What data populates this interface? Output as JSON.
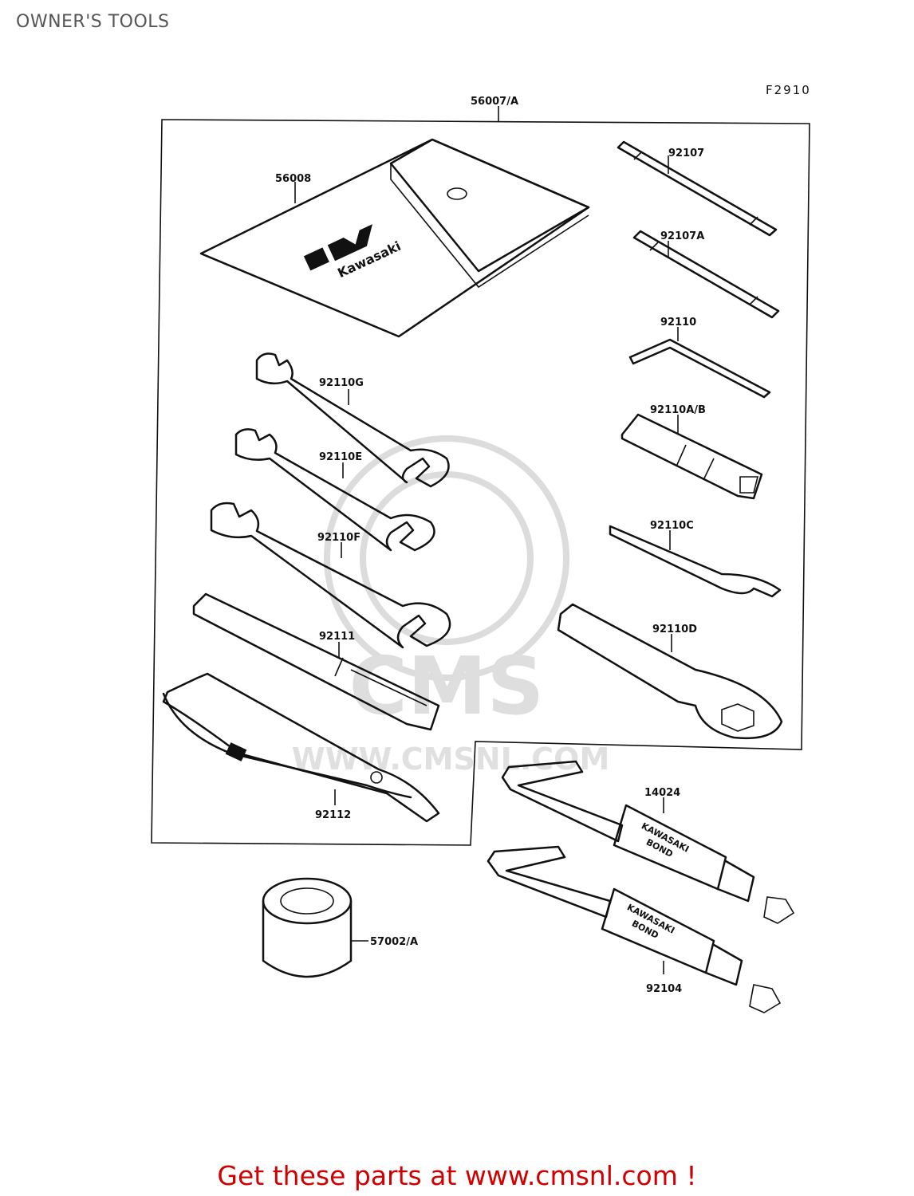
{
  "page": {
    "title": "OWNER'S TOOLS",
    "figure_code": "F2910",
    "promo_text": "Get these parts at www.cmsnl.com !"
  },
  "watermark": {
    "brand": "CMS",
    "url": "WWW.CMSNL.COM"
  },
  "parts": {
    "kit": "56007/A",
    "pouch": "56008",
    "pouch_brand": "Kawasaki",
    "screwdriver_1": "92107",
    "screwdriver_2": "92107A",
    "hex_key": "92110",
    "socket": "92110A/B",
    "wrench_g": "92110G",
    "wrench_e": "92110E",
    "wrench_f": "92110F",
    "hook_wrench": "92110C",
    "ring_wrench": "92110D",
    "handle": "92111",
    "pliers": "92112",
    "bond_1": "14024",
    "bond_2": "92104",
    "grease": "57002/A",
    "tube_text_1": "KAWASAKI",
    "tube_text_2": "BOND"
  }
}
